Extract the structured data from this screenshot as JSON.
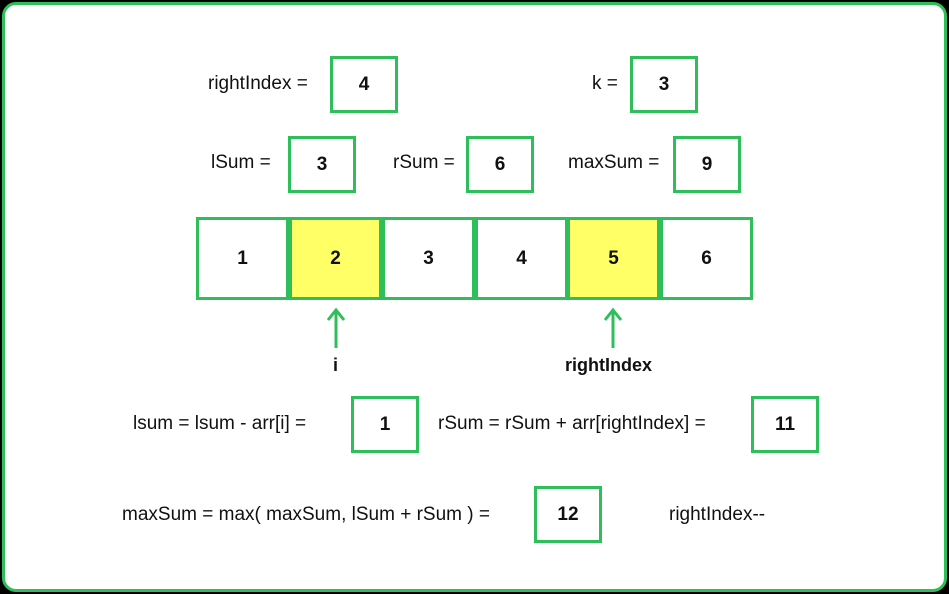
{
  "row1": {
    "rightIndex_label": "rightIndex =",
    "rightIndex_value": "4",
    "k_label": "k =",
    "k_value": "3"
  },
  "row2": {
    "lSum_label": "lSum =",
    "lSum_value": "3",
    "rSum_label": "rSum =",
    "rSum_value": "6",
    "maxSum_label": "maxSum =",
    "maxSum_value": "9"
  },
  "array": {
    "cells": [
      "1",
      "2",
      "3",
      "4",
      "5",
      "6"
    ],
    "highlighted_indices": [
      1,
      4
    ],
    "highlight_color": "#ffff66"
  },
  "pointers": {
    "i_label": "i",
    "rightIndex_label": "rightIndex"
  },
  "row3": {
    "lsum_expr": "lsum = lsum - arr[i] =",
    "lsum_value": "1",
    "rsum_expr": "rSum = rSum + arr[rightIndex] =",
    "rsum_value": "11"
  },
  "row4": {
    "maxsum_expr": "maxSum =  max( maxSum, lSum + rSum ) =",
    "maxsum_value": "12",
    "note": "rightIndex--"
  },
  "colors": {
    "accent": "#2fbf5a",
    "background": "#000000"
  }
}
